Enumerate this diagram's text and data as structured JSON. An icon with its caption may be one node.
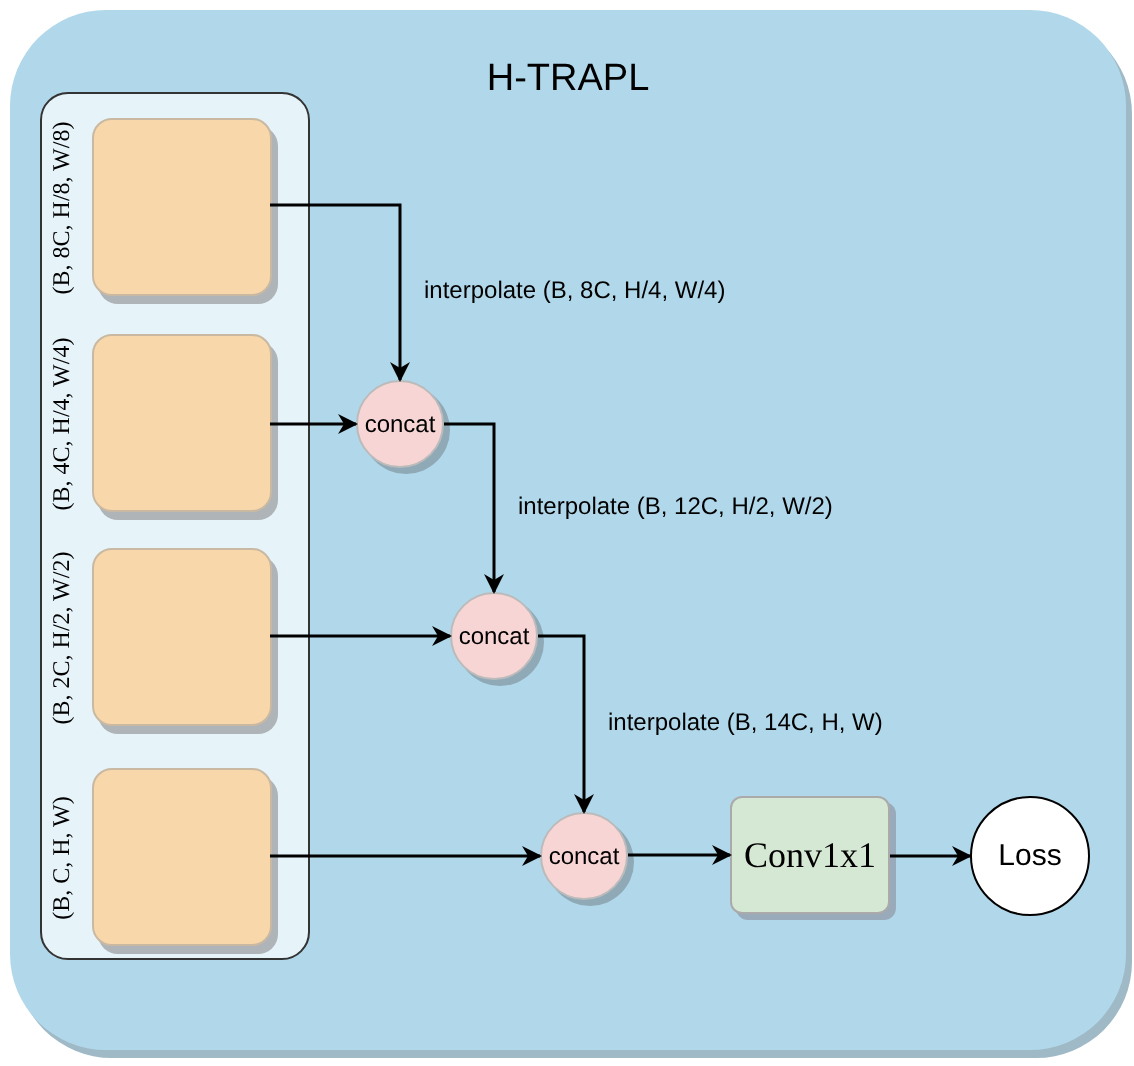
{
  "diagram": {
    "nodes": [
      {
        "text": [
          "H-TRAPL"
        ]
      },
      {
        "text": [],
        "shape": "box",
        "in": 0
      },
      {
        "text": [],
        "shape": "box",
        "in": 1,
        "beside": [
          "(B, 8C, H/8, W/8)"
        ]
      },
      {
        "text": [],
        "shape": "box",
        "in": 1,
        "beside": [
          "(B, 4C, H/4, W/4)"
        ]
      },
      {
        "text": [],
        "shape": "box",
        "in": 1,
        "beside": [
          "(B, 2C, H/2, W/2)"
        ]
      },
      {
        "text": [],
        "shape": "box",
        "in": 1,
        "beside": [
          "(B, C, H, W)"
        ]
      },
      {
        "text": [
          "concat"
        ],
        "in": 0
      },
      {
        "text": [
          "concat"
        ],
        "in": 0
      },
      {
        "text": [
          "concat"
        ],
        "in": 0
      },
      {
        "text": [
          "Conv1x1"
        ],
        "in": 0
      },
      {
        "text": [
          "Loss"
        ],
        "in": 0
      }
    ],
    "edges": [
      {
        "from": 2,
        "to": 6,
        "arrow": "to",
        "label": "interpolate (B, 8C, H/4, W/4)"
      },
      {
        "from": 3,
        "to": 6,
        "arrow": "to"
      },
      {
        "from": 6,
        "to": 7,
        "arrow": "to",
        "label": "interpolate (B, 12C, H/2, W/2)"
      },
      {
        "from": 4,
        "to": 7,
        "arrow": "to"
      },
      {
        "from": 7,
        "to": 8,
        "arrow": "to",
        "label": "interpolate (B, 14C, H, W)"
      },
      {
        "from": 5,
        "to": 8,
        "arrow": "to"
      },
      {
        "from": 8,
        "to": 9,
        "arrow": "to"
      },
      {
        "from": 9,
        "to": 10,
        "arrow": "to"
      }
    ]
  }
}
